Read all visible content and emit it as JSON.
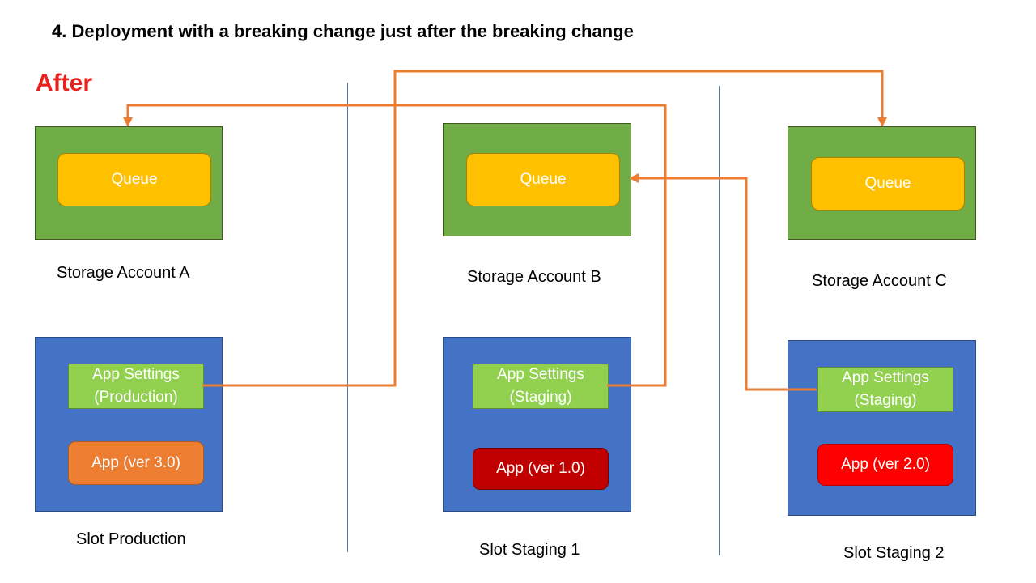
{
  "title": "4. Deployment with a breaking change just after the breaking change",
  "phase_label": "After",
  "colors": {
    "phase_label": "#e8211d",
    "storage": "#70ad47",
    "queue": "#ffc000",
    "slot": "#4472c4",
    "settings": "#92d050",
    "app_production": "#ed7d31",
    "app_staging1": "#c00000",
    "app_staging2": "#ff0000",
    "connector": "#ed7d31"
  },
  "storage_accounts": [
    {
      "queue_label": "Queue",
      "name": "Storage Account A"
    },
    {
      "queue_label": "Queue",
      "name": "Storage Account B"
    },
    {
      "queue_label": "Queue",
      "name": "Storage Account C"
    }
  ],
  "slots": [
    {
      "settings_line1": "App Settings",
      "settings_line2": "(Production)",
      "app_label": "App (ver 3.0)",
      "name": "Slot Production"
    },
    {
      "settings_line1": "App Settings",
      "settings_line2": "(Staging)",
      "app_label": "App (ver 1.0)",
      "name": "Slot Staging 1"
    },
    {
      "settings_line1": "App Settings",
      "settings_line2": "(Staging)",
      "app_label": "App (ver 2.0)",
      "name": "Slot Staging 2"
    }
  ],
  "connections": [
    {
      "from": "Slot Production",
      "to": "Storage Account C"
    },
    {
      "from": "Slot Staging 1",
      "to": "Storage Account A"
    },
    {
      "from": "Slot Staging 2",
      "to": "Storage Account B"
    }
  ]
}
